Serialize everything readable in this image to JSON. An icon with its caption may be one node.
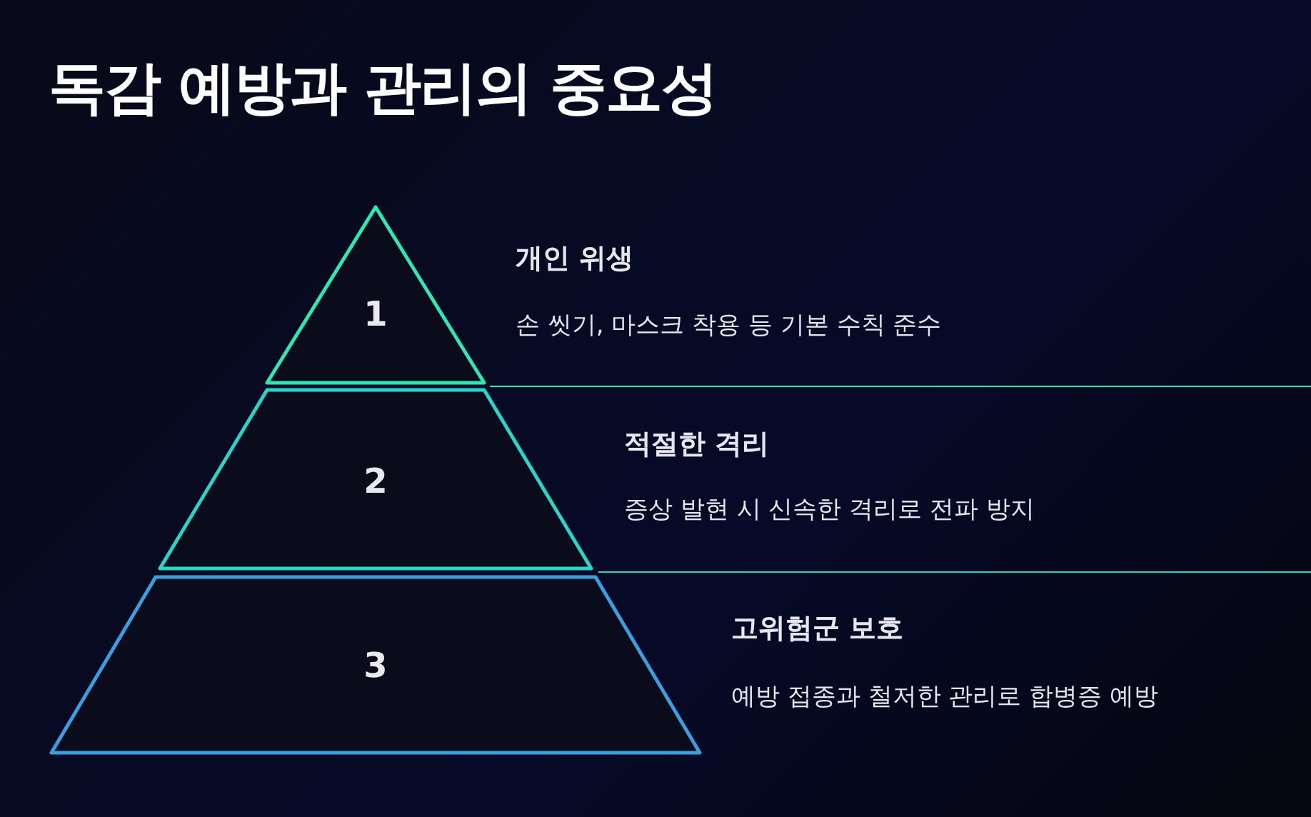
{
  "diagram": {
    "title": "독감 예방과 관리의 중요성",
    "nodes": [
      {
        "text": [
          "1"
        ],
        "beside": [
          "개인 위생",
          "손 씻기, 마스크 착용 등 기본 수칙 준수"
        ]
      },
      {
        "text": [
          "2"
        ],
        "beside": [
          "적절한 격리",
          "증상 발현 시 신속한 격리로 전파 방지"
        ]
      },
      {
        "text": [
          "3"
        ],
        "beside": [
          "고위험군 보호",
          "예방 접종과 철저한 관리로 합병증 예방"
        ]
      }
    ]
  }
}
